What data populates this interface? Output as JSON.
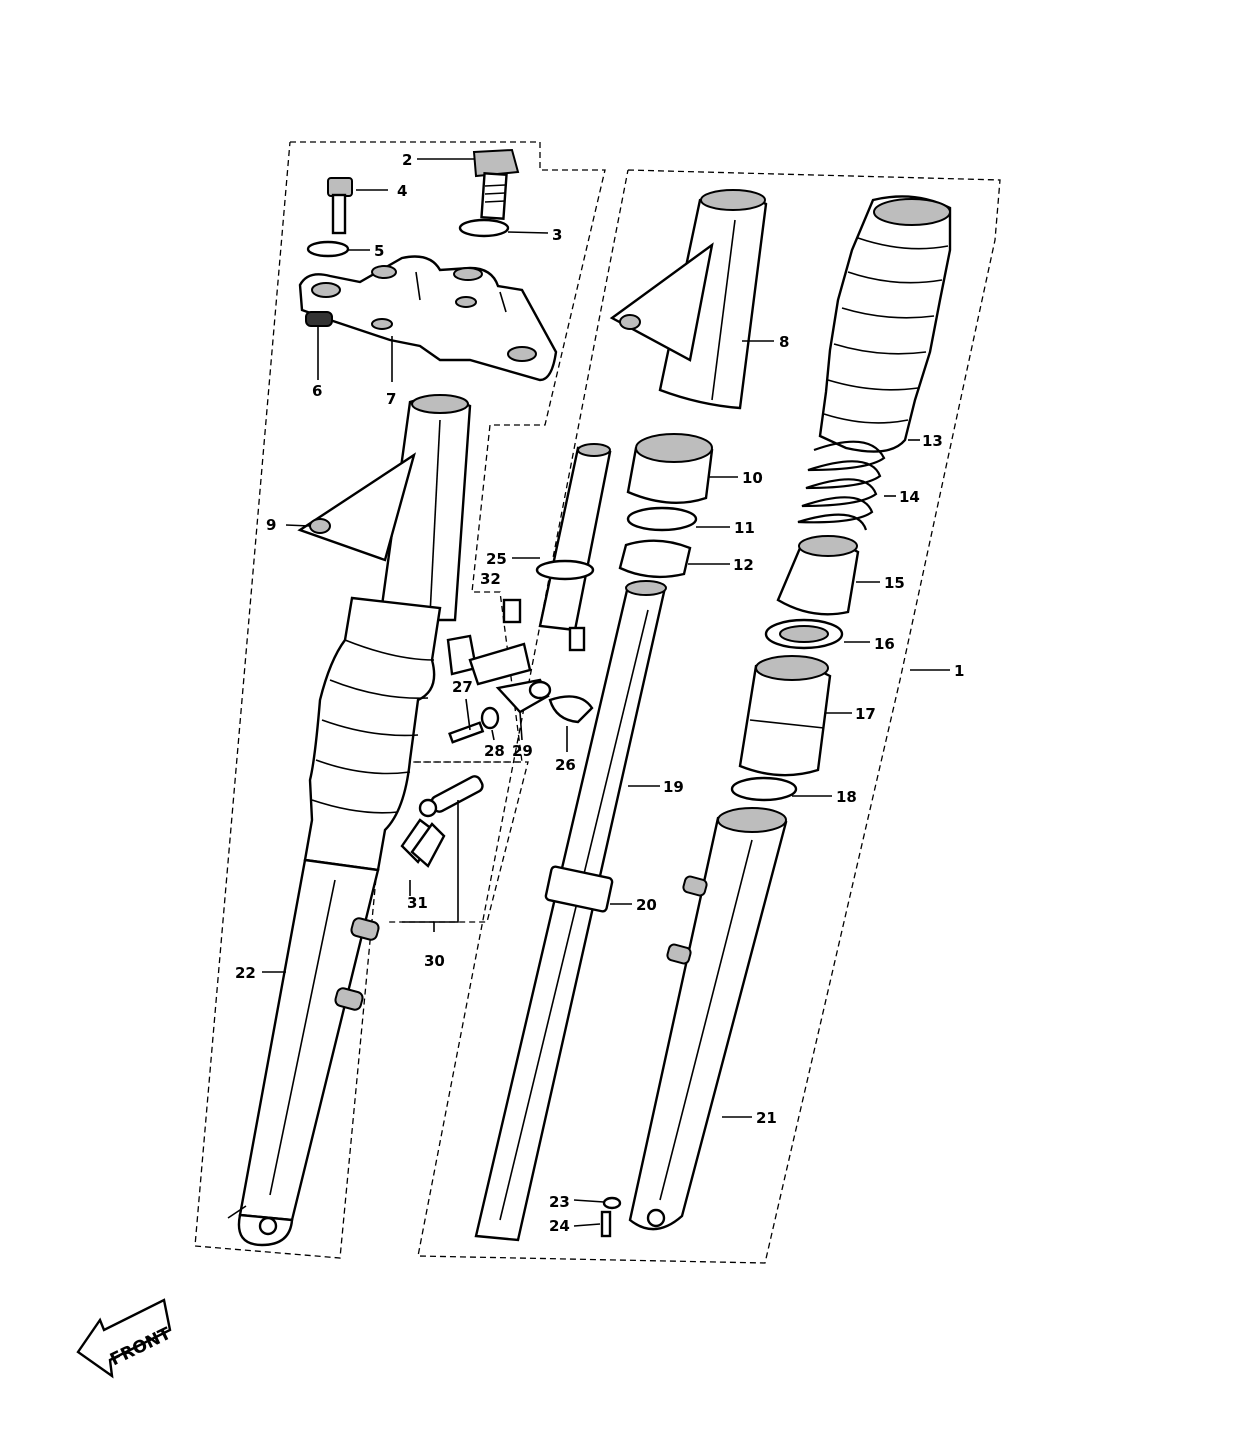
{
  "labels": {
    "l1": "1",
    "l2": "2",
    "l3": "3",
    "l4": "4",
    "l5": "5",
    "l6": "6",
    "l7": "7",
    "l8": "8",
    "l9": "9",
    "l10": "10",
    "l11": "11",
    "l12": "12",
    "l13": "13",
    "l14": "14",
    "l15": "15",
    "l16": "16",
    "l17": "17",
    "l18": "18",
    "l19": "19",
    "l20": "20",
    "l21": "21",
    "l22": "22",
    "l23": "23",
    "l24": "24",
    "l25": "25",
    "l26": "26",
    "l27": "27",
    "l28": "28",
    "l29": "29",
    "l30": "30",
    "l31": "31",
    "l32": "32"
  },
  "front_label": "FRONT"
}
